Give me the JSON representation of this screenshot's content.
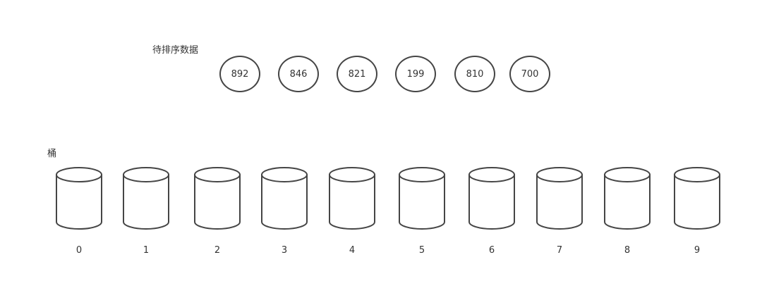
{
  "data_label": "待排序数据",
  "bucket_label": "桶",
  "numbers": [
    "892",
    "846",
    "821",
    "199",
    "810",
    "700"
  ],
  "buckets": [
    "0",
    "1",
    "2",
    "3",
    "4",
    "5",
    "6",
    "7",
    "8",
    "9"
  ]
}
